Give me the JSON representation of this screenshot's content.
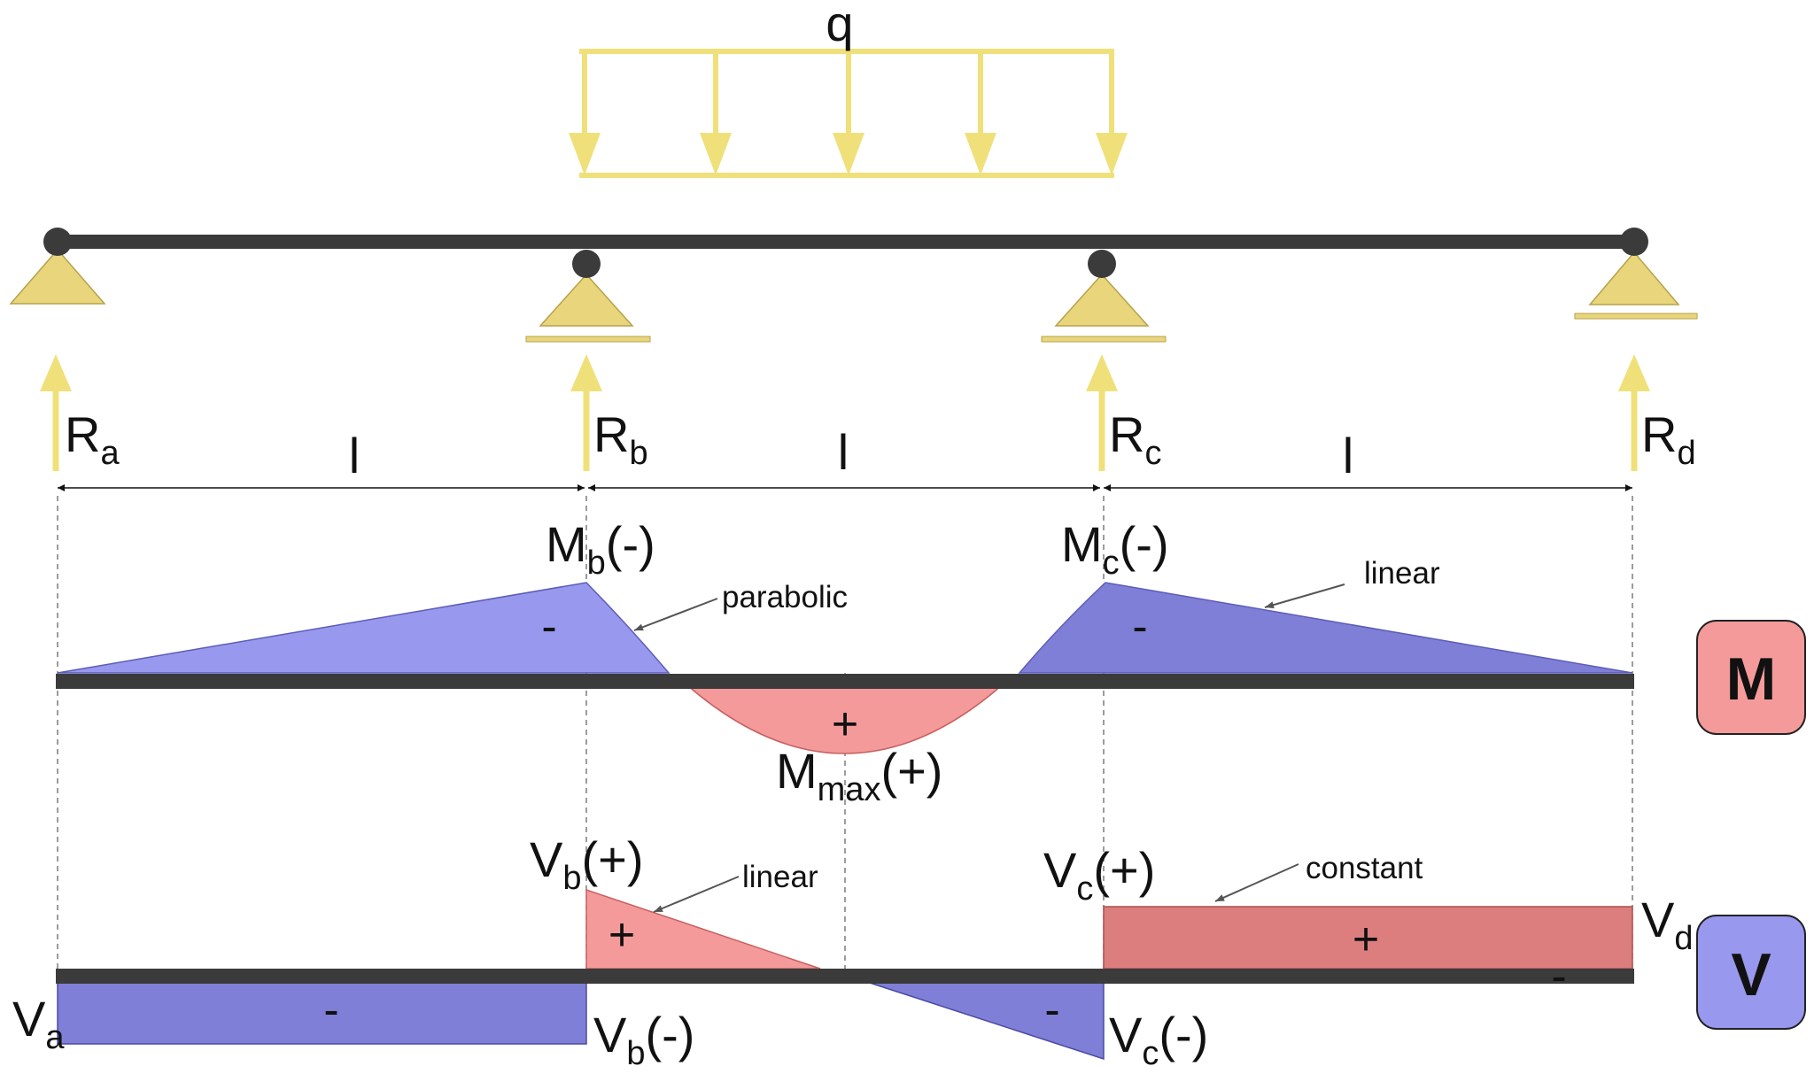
{
  "load": {
    "label": "q"
  },
  "reactions": [
    {
      "main": "R",
      "sub": "a"
    },
    {
      "main": "R",
      "sub": "b"
    },
    {
      "main": "R",
      "sub": "c"
    },
    {
      "main": "R",
      "sub": "d"
    }
  ],
  "spans": [
    "l",
    "l",
    "l"
  ],
  "moment": {
    "badge": "M",
    "Mb": {
      "main": "M",
      "sub": "b",
      "suffix": "(-)"
    },
    "Mc": {
      "main": "M",
      "sub": "c",
      "suffix": "(-)"
    },
    "Mmax": {
      "main": "M",
      "sub": "max",
      "suffix": "(+)"
    },
    "notes": {
      "parabolic": "parabolic",
      "linear": "linear"
    },
    "signs": {
      "left": "-",
      "middle": "+",
      "right": "-"
    }
  },
  "shear": {
    "badge": "V",
    "Va": {
      "main": "V",
      "sub": "a"
    },
    "Vb_pos": {
      "main": "V",
      "sub": "b",
      "suffix": "(+)"
    },
    "Vb_neg": {
      "main": "V",
      "sub": "b",
      "suffix": "(-)"
    },
    "Vc_pos": {
      "main": "V",
      "sub": "c",
      "suffix": "(+)"
    },
    "Vc_neg": {
      "main": "V",
      "sub": "c",
      "suffix": "(-)"
    },
    "Vd": {
      "main": "V",
      "sub": "d"
    },
    "notes": {
      "linear": "linear",
      "constant": "constant"
    },
    "signs": {
      "left": "-",
      "mid_pos": "+",
      "mid_neg": "-",
      "right_pos": "+",
      "right_neg": "-"
    }
  },
  "colors": {
    "support": "#e8d57c",
    "load": "#f0e07a",
    "beam": "#3b3b3b",
    "negative_moment": "#9898ee",
    "negative_moment_dark": "#7f7fd8",
    "positive": "#f49a9a",
    "positive_dark": "#dd7e7e",
    "badge_m": "#f49a9a",
    "badge_v": "#9898ee"
  }
}
